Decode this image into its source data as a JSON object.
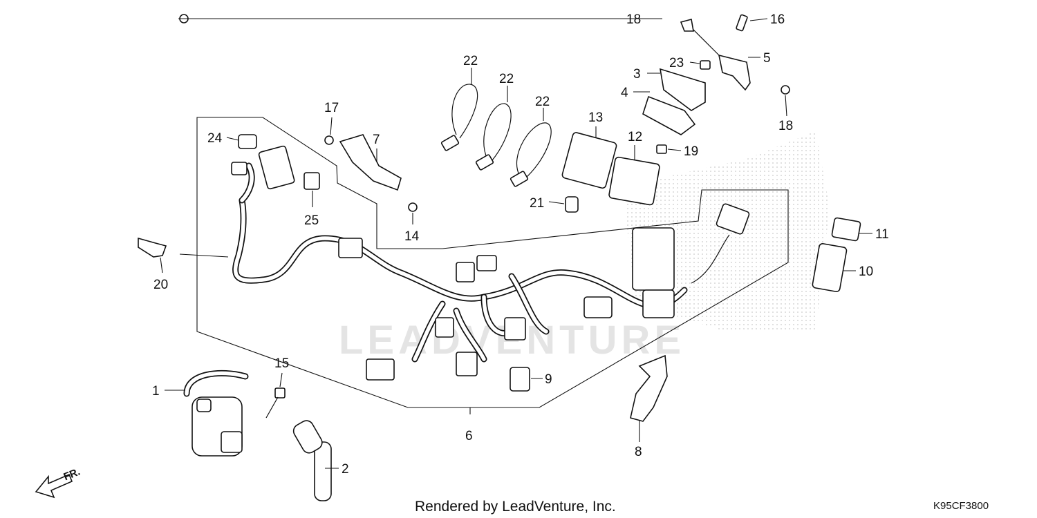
{
  "diagram": {
    "footer_text": "Rendered by LeadVenture, Inc.",
    "diagram_code": "K95CF3800",
    "front_indicator": "FR.",
    "watermark": "LEADVENTURE",
    "callouts": {
      "c1": "1",
      "c2": "2",
      "c3": "3",
      "c4": "4",
      "c5": "5",
      "c6": "6",
      "c7": "7",
      "c8": "8",
      "c9": "9",
      "c10": "10",
      "c11": "11",
      "c12": "12",
      "c13": "13",
      "c14": "14",
      "c15": "15",
      "c16": "16",
      "c17": "17",
      "c18a": "18",
      "c18b": "18",
      "c19": "19",
      "c20": "20",
      "c21": "21",
      "c22a": "22",
      "c22b": "22",
      "c22c": "22",
      "c23": "23",
      "c24": "24",
      "c25": "25"
    }
  }
}
